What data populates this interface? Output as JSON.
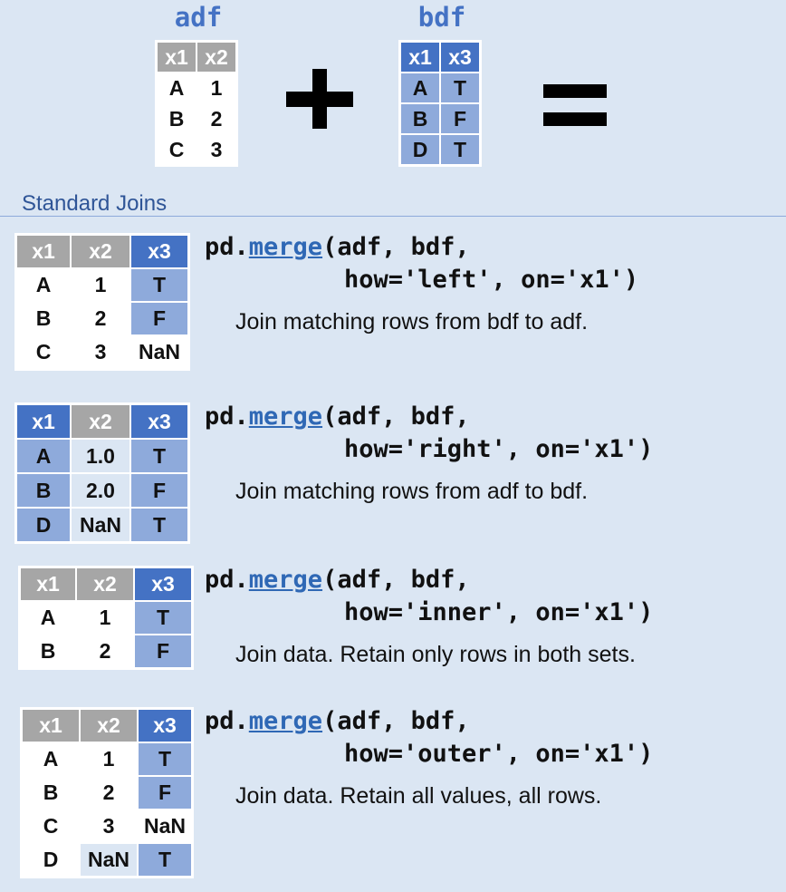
{
  "adf": {
    "title": "adf",
    "headers": [
      "x1",
      "x2"
    ],
    "rows": [
      [
        "A",
        "1"
      ],
      [
        "B",
        "2"
      ],
      [
        "C",
        "3"
      ]
    ]
  },
  "bdf": {
    "title": "bdf",
    "headers": [
      "x1",
      "x3"
    ],
    "rows": [
      [
        "A",
        "T"
      ],
      [
        "B",
        "F"
      ],
      [
        "D",
        "T"
      ]
    ]
  },
  "section_label": "Standard Joins",
  "joins": [
    {
      "code_prefix": "pd.",
      "code_fn": "merge",
      "code_line1_rest": "(adf, bdf,",
      "code_line2": "how='left', on='x1')",
      "description": "Join matching rows from bdf to adf.",
      "headers": [
        "x1",
        "x2",
        "x3"
      ],
      "header_colors": [
        "grey",
        "grey",
        "blue"
      ],
      "rows": [
        [
          "A",
          "1",
          "T"
        ],
        [
          "B",
          "2",
          "F"
        ],
        [
          "C",
          "3",
          "NaN"
        ]
      ],
      "cell_colors": [
        [
          "w",
          "w",
          "b"
        ],
        [
          "w",
          "w",
          "b"
        ],
        [
          "w",
          "w",
          "w"
        ]
      ]
    },
    {
      "code_prefix": "pd.",
      "code_fn": "merge",
      "code_line1_rest": "(adf, bdf,",
      "code_line2": "how='right', on='x1')",
      "description": "Join matching rows from adf to bdf.",
      "headers": [
        "x1",
        "x2",
        "x3"
      ],
      "header_colors": [
        "blue",
        "grey",
        "blue"
      ],
      "rows": [
        [
          "A",
          "1.0",
          "T"
        ],
        [
          "B",
          "2.0",
          "F"
        ],
        [
          "D",
          "NaN",
          "T"
        ]
      ],
      "cell_colors": [
        [
          "b",
          "l",
          "b"
        ],
        [
          "b",
          "l",
          "b"
        ],
        [
          "b",
          "l",
          "b"
        ]
      ]
    },
    {
      "code_prefix": "pd.",
      "code_fn": "merge",
      "code_line1_rest": "(adf, bdf,",
      "code_line2": "how='inner', on='x1')",
      "description": "Join data. Retain only rows in both sets.",
      "headers": [
        "x1",
        "x2",
        "x3"
      ],
      "header_colors": [
        "grey",
        "grey",
        "blue"
      ],
      "rows": [
        [
          "A",
          "1",
          "T"
        ],
        [
          "B",
          "2",
          "F"
        ]
      ],
      "cell_colors": [
        [
          "w",
          "w",
          "b"
        ],
        [
          "w",
          "w",
          "b"
        ]
      ]
    },
    {
      "code_prefix": "pd.",
      "code_fn": "merge",
      "code_line1_rest": "(adf, bdf,",
      "code_line2": "how='outer', on='x1')",
      "description": "Join data. Retain all values, all rows.",
      "headers": [
        "x1",
        "x2",
        "x3"
      ],
      "header_colors": [
        "grey",
        "grey",
        "blue"
      ],
      "rows": [
        [
          "A",
          "1",
          "T"
        ],
        [
          "B",
          "2",
          "F"
        ],
        [
          "C",
          "3",
          "NaN"
        ],
        [
          "D",
          "NaN",
          "T"
        ]
      ],
      "cell_colors": [
        [
          "w",
          "w",
          "b"
        ],
        [
          "w",
          "w",
          "b"
        ],
        [
          "w",
          "w",
          "w"
        ],
        [
          "w",
          "l",
          "b"
        ]
      ]
    }
  ],
  "colors": {
    "background": "#dbe6f3",
    "header_grey": "#a6a6a6",
    "header_blue": "#4472c4",
    "cell_blue": "#8eaadb",
    "function_link": "#2f68b5"
  }
}
